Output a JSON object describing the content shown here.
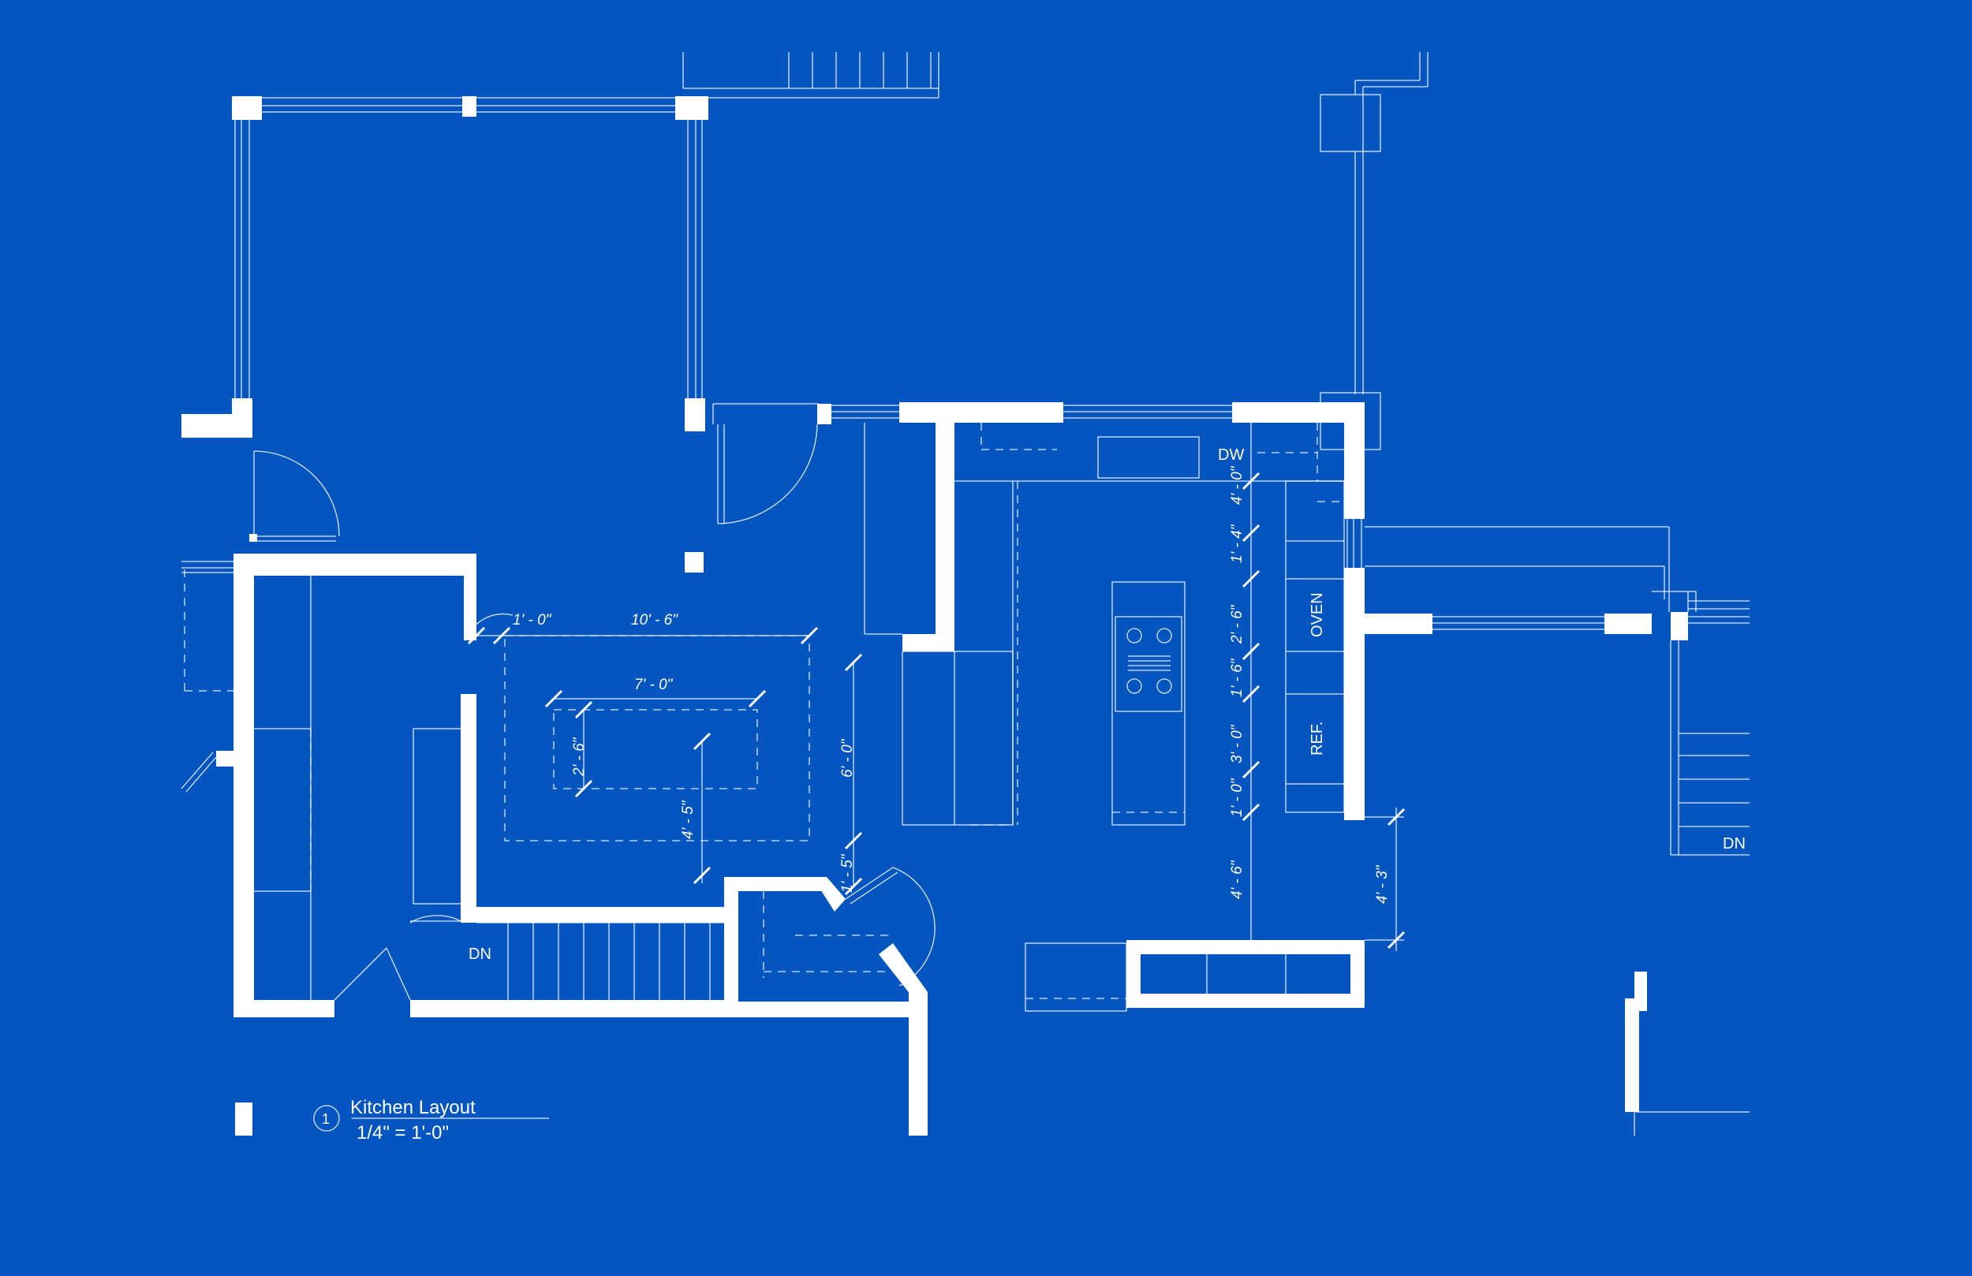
{
  "colors": {
    "background": "#0455BF",
    "lines": "#FFFFFF"
  },
  "drawing": {
    "number": "1",
    "title": "Kitchen Layout",
    "scale": "1/4\" = 1'-0\""
  },
  "labels": {
    "dw": "DW",
    "oven": "OVEN",
    "ref": "REF.",
    "dn_left": "DN",
    "dn_right": "DN"
  },
  "dimensions": {
    "d_1_0_top": "1' - 0\"",
    "d_10_6": "10' - 6\"",
    "d_7_0": "7' - 0\"",
    "d_2_6_island": "2' - 6\"",
    "d_6_0": "6' - 0\"",
    "d_4_5": "4' - 5\"",
    "d_1_5": "1' - 5\"",
    "d_4_0": "4' - 0\"",
    "d_1_4": "1' - 4\"",
    "d_2_6_col": "2' - 6\"",
    "d_1_6": "1' - 6\"",
    "d_3_0": "3' - 0\"",
    "d_1_0_col": "1' - 0\"",
    "d_4_6": "4' - 6\"",
    "d_4_3": "4' - 3\""
  }
}
